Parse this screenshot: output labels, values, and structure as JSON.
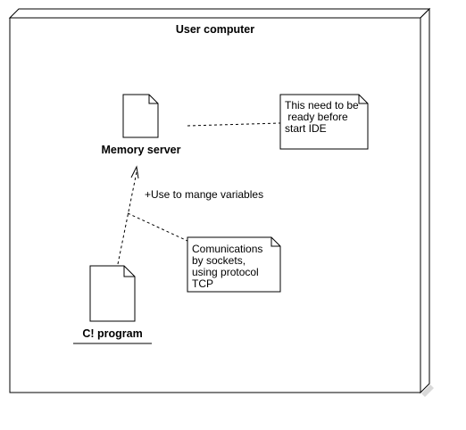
{
  "diagram": {
    "node": {
      "title": "User computer"
    },
    "artifacts": [
      {
        "id": "memory-server",
        "label": "Memory server"
      },
      {
        "id": "c-program",
        "label": "C! program"
      }
    ],
    "dependency": {
      "label": "+Use to mange variables"
    },
    "notes": [
      {
        "id": "note-ready",
        "lines": [
          "This need to be",
          " ready before",
          "start IDE"
        ]
      },
      {
        "id": "note-sockets",
        "lines": [
          "Comunications",
          "by sockets,",
          "using protocol",
          "TCP"
        ]
      }
    ]
  }
}
